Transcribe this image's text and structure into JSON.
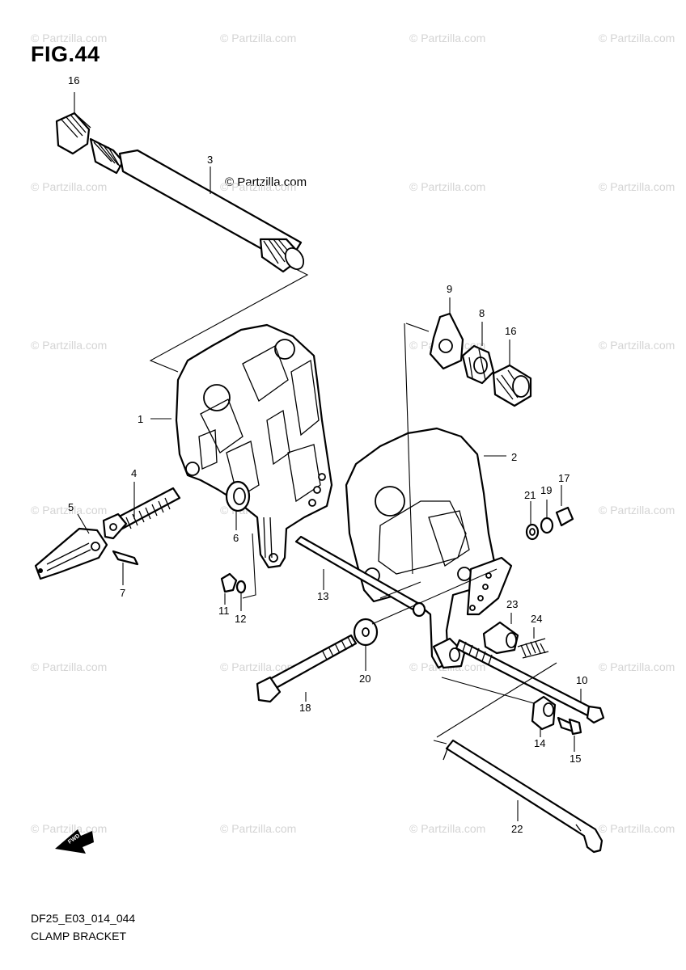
{
  "figure": {
    "title": "FIG.44",
    "code": "DF25_E03_014_044",
    "name": "CLAMP BRACKET",
    "copyright": "© Partzilla.com",
    "watermark": "© Partzilla.com"
  },
  "callouts": [
    "16",
    "3",
    "9",
    "8",
    "16",
    "1",
    "2",
    "4",
    "5",
    "6",
    "7",
    "11",
    "12",
    "13",
    "21",
    "19",
    "17",
    "23",
    "24",
    "20",
    "18",
    "10",
    "14",
    "15",
    "22"
  ],
  "fwd_badge": "FWD"
}
